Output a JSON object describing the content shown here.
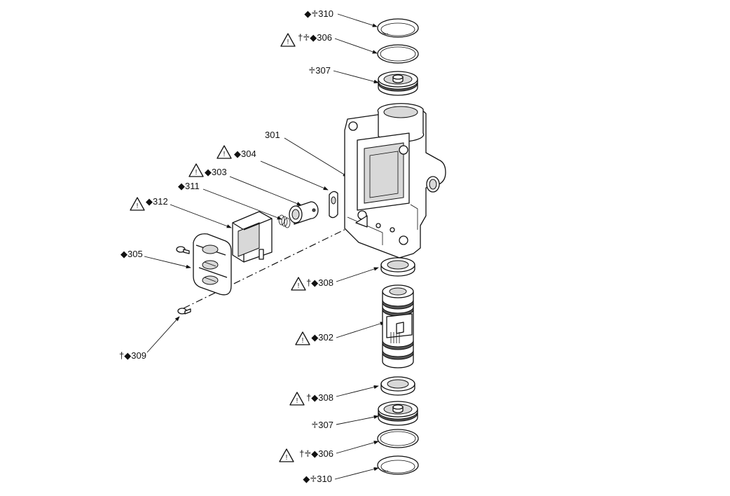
{
  "callouts": {
    "c310_top": "◆♱310",
    "c306_top": "†♱◆306",
    "c307_top": "♱307",
    "c301": "301",
    "c304": "◆304",
    "c303": "◆303",
    "c311": "◆311",
    "c312": "◆312",
    "c305": "◆305",
    "c309": "†◆309",
    "c308_top": "†◆308",
    "c302": "◆302",
    "c308_bot": "†◆308",
    "c307_bot": "♱307",
    "c306_bot": "†♱◆306",
    "c310_bot": "◆♱310"
  },
  "warning_symbol": "!"
}
